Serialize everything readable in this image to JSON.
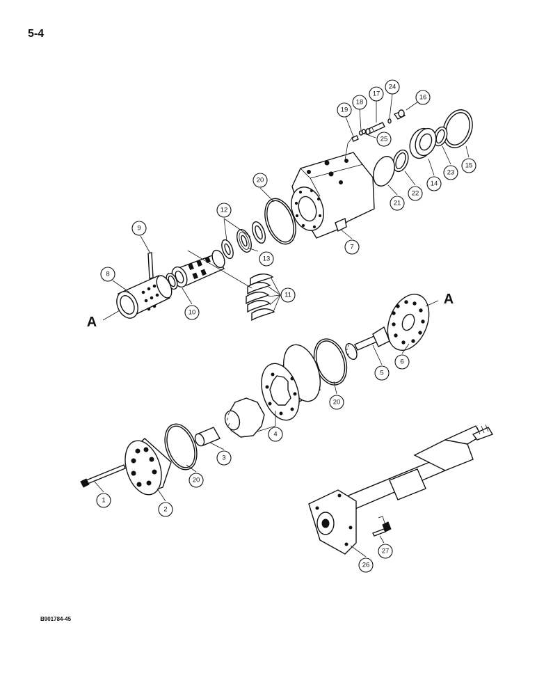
{
  "page_number": "5-4",
  "figure_code": "B901784-45",
  "reference_marks": [
    "A",
    "A"
  ],
  "callouts": [
    "1",
    "2",
    "3",
    "4",
    "5",
    "6",
    "7",
    "8",
    "9",
    "10",
    "11",
    "12",
    "13",
    "14",
    "15",
    "16",
    "17",
    "18",
    "19",
    "20",
    "20",
    "20",
    "20",
    "21",
    "22",
    "23",
    "24",
    "25",
    "26",
    "27"
  ]
}
